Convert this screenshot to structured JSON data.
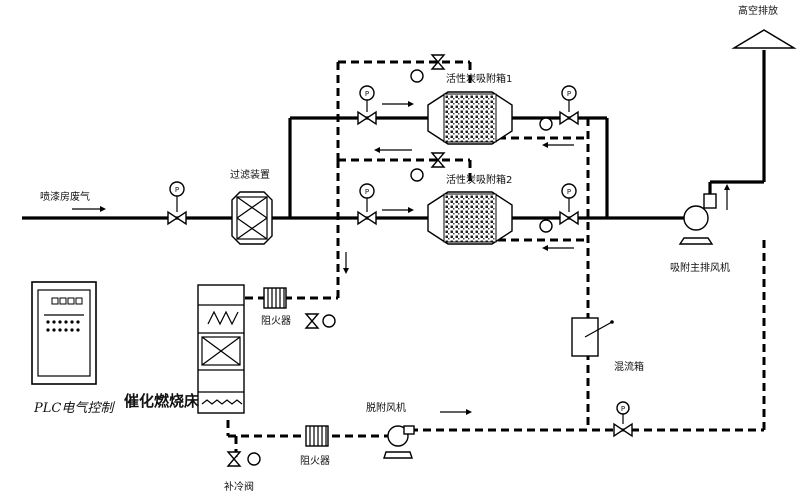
{
  "labels": {
    "spray_exhaust": "喷漆房废气",
    "filter_device": "过滤装置",
    "adsorber_1": "活性炭吸附箱1",
    "adsorber_2": "活性炭吸附箱2",
    "high_altitude_discharge": "高空排放",
    "main_fan": "吸附主排风机",
    "desorption_fan": "脱附风机",
    "flame_arrester_1": "阻火器",
    "flame_arrester_2": "阻火器",
    "catalytic_bed": "催化燃烧床",
    "plc_control": "PLC电气控制",
    "mixing_box": "混流箱",
    "supplementary_valve": "补冷阀"
  },
  "gauge_symbol": "P"
}
